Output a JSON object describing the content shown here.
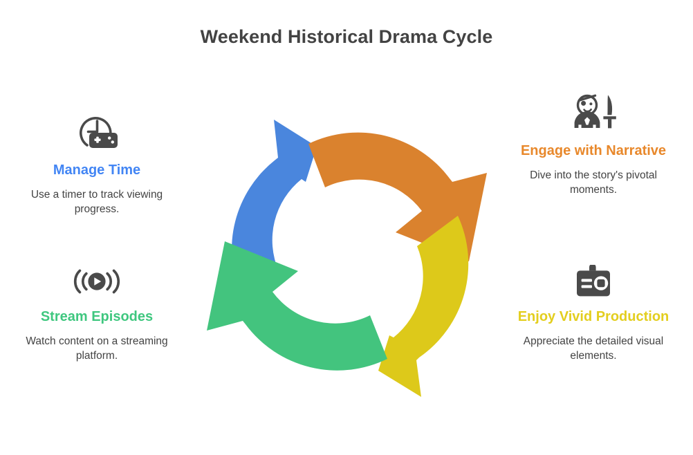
{
  "page": {
    "title": "Weekend Historical Drama Cycle",
    "background": "#ffffff",
    "title_color": "#434343"
  },
  "colors": {
    "blue": "#4a86dd",
    "orange": "#da822e",
    "yellow": "#ddc91a",
    "green": "#43c47e",
    "icon_gray": "#4a4a4a",
    "body_text": "#434343"
  },
  "cycle": {
    "name": "four-stage-cycle-diagram",
    "direction": "clockwise",
    "segments": [
      {
        "id": "manage-time",
        "color": "#4a86dd",
        "position": "top-left"
      },
      {
        "id": "engage",
        "color": "#da822e",
        "position": "top-right"
      },
      {
        "id": "enjoy",
        "color": "#ddc91a",
        "position": "bottom-right"
      },
      {
        "id": "stream",
        "color": "#43c47e",
        "position": "bottom-left"
      }
    ]
  },
  "panels": [
    {
      "id": "manage-time",
      "icon": "clock-gamepad-icon",
      "title": "Manage Time",
      "title_color": "#4285f4",
      "description": "Use a timer to track viewing progress."
    },
    {
      "id": "stream-episodes",
      "icon": "broadcast-play-icon",
      "title": "Stream Episodes",
      "title_color": "#3fc77f",
      "description": "Watch content on a streaming platform."
    },
    {
      "id": "engage-narrative",
      "icon": "pirate-sword-icon",
      "title": "Engage with Narrative",
      "title_color": "#e8882b",
      "description": "Dive into the story's pivotal moments."
    },
    {
      "id": "enjoy-production",
      "icon": "camera-icon",
      "title": "Enjoy Vivid Production",
      "title_color": "#e3ce1e",
      "description": "Appreciate the detailed visual elements."
    }
  ]
}
